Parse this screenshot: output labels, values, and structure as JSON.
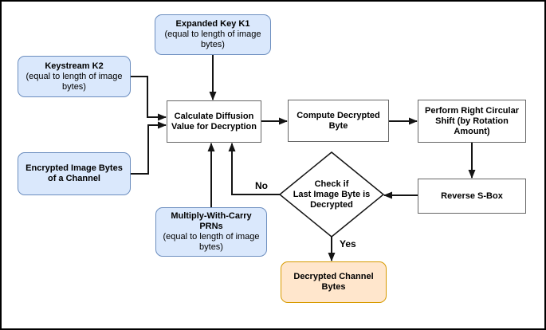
{
  "colors": {
    "background": "#ffffff",
    "frame_border": "#000000",
    "blue_fill": "#dae8fc",
    "blue_stroke": "#6c8ebf",
    "orange_fill": "#ffe6cc",
    "orange_stroke": "#d79b00",
    "rect_fill": "#ffffff",
    "rect_stroke": "#666666",
    "line": "#141414",
    "text": "#000000"
  },
  "nodes": {
    "expanded_key": {
      "label": "Expanded Key K1",
      "sublabel": "(equal to length of image\nbytes)"
    },
    "keystream": {
      "label": "Keystream K2",
      "sublabel": "(equal to length of image\nbytes)"
    },
    "encrypted_bytes": {
      "label": "Encrypted Image Bytes\nof a Channel"
    },
    "mwc_prns": {
      "label": "Multiply-With-Carry\nPRNs",
      "sublabel": "(equal to length of image\nbytes)"
    },
    "calc_diffusion": {
      "label": "Calculate Diffusion\nValue for Decryption"
    },
    "compute_byte": {
      "label": "Compute Decrypted\nByte"
    },
    "right_shift": {
      "label": "Perform Right Circular\nShift (by Rotation\nAmount)"
    },
    "reverse_sbox": {
      "label": "Reverse S-Box"
    },
    "decision": {
      "label": "Check if\nLast Image Byte is\nDecrypted"
    },
    "decrypted_bytes": {
      "label": "Decrypted Channel\nBytes"
    }
  },
  "edge_labels": {
    "no": "No",
    "yes": "Yes"
  }
}
